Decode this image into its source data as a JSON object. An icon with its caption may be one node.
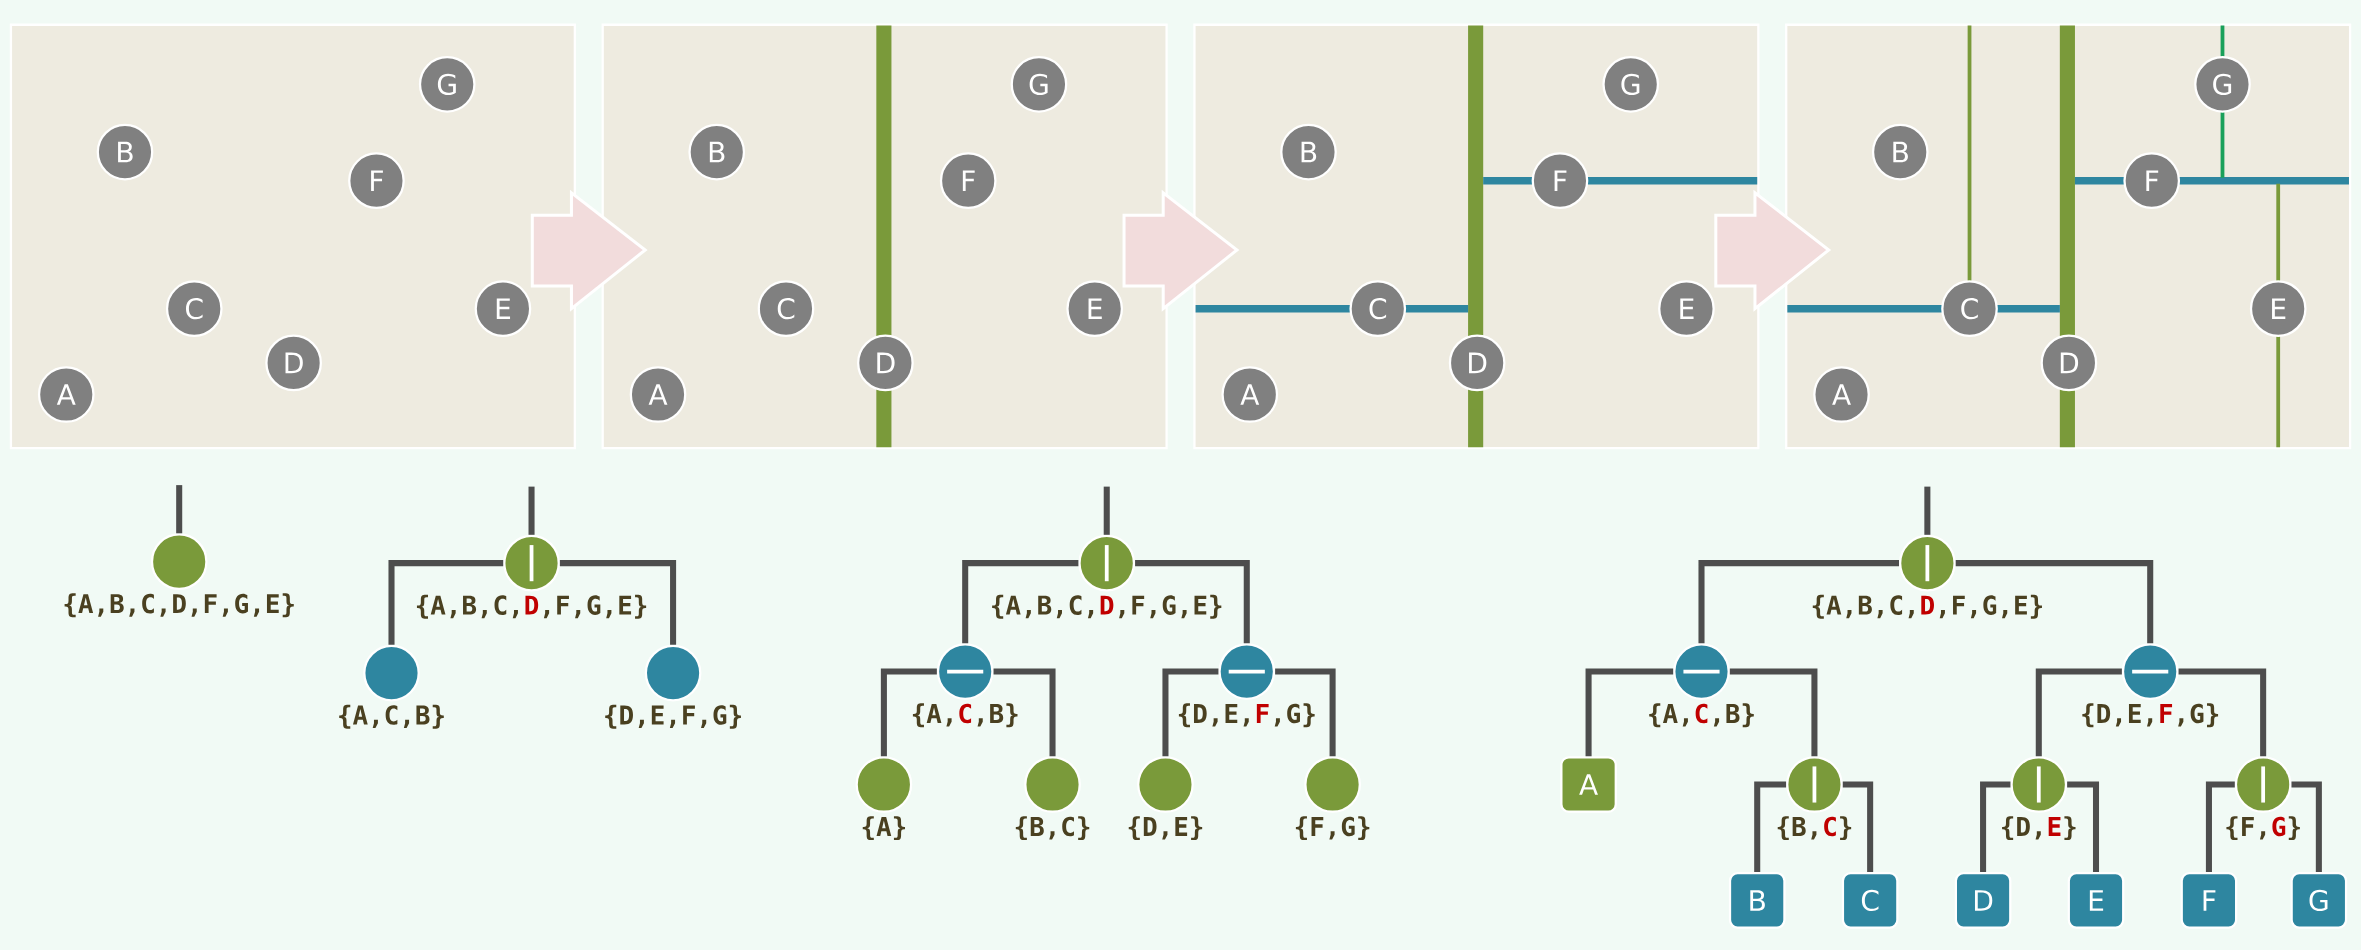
{
  "diagram": {
    "nodes": [
      {
        "text": [],
        "shape": "box"
      },
      {
        "text": [
          "G"
        ],
        "in": 0
      },
      {
        "text": [
          "B"
        ],
        "in": 0
      },
      {
        "text": [
          "F"
        ],
        "in": 0
      },
      {
        "text": [
          "C"
        ],
        "in": 0
      },
      {
        "text": [
          "E"
        ],
        "in": 0
      },
      {
        "text": [
          "D"
        ],
        "in": 0
      },
      {
        "text": [
          "A"
        ],
        "in": 0
      },
      {
        "text": [],
        "shape": "box"
      },
      {
        "text": [
          "G"
        ],
        "in": 8
      },
      {
        "text": [
          "B"
        ],
        "in": 8
      },
      {
        "text": [
          "F"
        ],
        "in": 8
      },
      {
        "text": [
          "C"
        ],
        "in": 8
      },
      {
        "text": [
          "E"
        ],
        "in": 8
      },
      {
        "text": [
          "D"
        ],
        "in": 8
      },
      {
        "text": [
          "A"
        ],
        "in": 8
      },
      {
        "text": [],
        "shape": "box"
      },
      {
        "text": [
          "G"
        ],
        "in": 16
      },
      {
        "text": [
          "B"
        ],
        "in": 16
      },
      {
        "text": [
          "F"
        ],
        "in": 16
      },
      {
        "text": [
          "C"
        ],
        "in": 16
      },
      {
        "text": [
          "E"
        ],
        "in": 16
      },
      {
        "text": [
          "D"
        ],
        "in": 16
      },
      {
        "text": [
          "A"
        ],
        "in": 16
      },
      {
        "text": [],
        "shape": "box"
      },
      {
        "text": [
          "G"
        ],
        "in": 24
      },
      {
        "text": [
          "B"
        ],
        "in": 24
      },
      {
        "text": [
          "F"
        ],
        "in": 24
      },
      {
        "text": [
          "C"
        ],
        "in": 24
      },
      {
        "text": [
          "E"
        ],
        "in": 24
      },
      {
        "text": [
          "D"
        ],
        "in": 24
      },
      {
        "text": [
          "A"
        ],
        "in": 24
      },
      {
        "text": [],
        "shape": "circle",
        "beside": [
          "{A,B,C,D,F,G,E}"
        ]
      },
      {
        "text": [],
        "shape": "circle",
        "beside": [
          "{A,B,C,**D**,F,G,E}"
        ]
      },
      {
        "text": [],
        "shape": "circle",
        "beside": [
          "{A,C,B}"
        ]
      },
      {
        "text": [],
        "shape": "circle",
        "beside": [
          "{D,E,F,G}"
        ]
      },
      {
        "text": [],
        "shape": "circle",
        "beside": [
          "{A,B,C,**D**,F,G,E}"
        ]
      },
      {
        "text": [],
        "shape": "circle",
        "beside": [
          "{A,**C**,B}"
        ]
      },
      {
        "text": [],
        "shape": "circle",
        "beside": [
          "{D,E,**F**,G}"
        ]
      },
      {
        "text": [],
        "shape": "circle",
        "beside": [
          "{A}"
        ]
      },
      {
        "text": [],
        "shape": "circle",
        "beside": [
          "{B,C}"
        ]
      },
      {
        "text": [],
        "shape": "circle",
        "beside": [
          "{D,E}"
        ]
      },
      {
        "text": [],
        "shape": "circle",
        "beside": [
          "{F,G}"
        ]
      },
      {
        "text": [],
        "shape": "circle",
        "beside": [
          "{A,B,C,**D**,F,G,E}"
        ]
      },
      {
        "text": [],
        "shape": "circle",
        "beside": [
          "{A,**C**,B}"
        ]
      },
      {
        "text": [],
        "shape": "circle",
        "beside": [
          "{D,E,**F**,G}"
        ]
      },
      {
        "text": [
          "A"
        ]
      },
      {
        "text": [],
        "shape": "circle",
        "beside": [
          "{B,**C**}"
        ]
      },
      {
        "text": [],
        "shape": "circle",
        "beside": [
          "{D,**E**}"
        ]
      },
      {
        "text": [],
        "shape": "circle",
        "beside": [
          "{F,**G**}"
        ]
      },
      {
        "text": [
          "B"
        ]
      },
      {
        "text": [
          "C"
        ]
      },
      {
        "text": [
          "D"
        ]
      },
      {
        "text": [
          "E"
        ]
      },
      {
        "text": [
          "F"
        ]
      },
      {
        "text": [
          "G"
        ]
      }
    ],
    "edges": [
      {
        "from": 0,
        "to": 8,
        "arrow": "to"
      },
      {
        "from": 8,
        "to": 16,
        "arrow": "to"
      },
      {
        "from": 16,
        "to": 24,
        "arrow": "to"
      },
      {
        "from": null,
        "to": 32,
        "arrow": "none"
      },
      {
        "from": null,
        "to": 33,
        "arrow": "none"
      },
      {
        "from": 33,
        "to": 34,
        "arrow": "none"
      },
      {
        "from": 33,
        "to": 35,
        "arrow": "none"
      },
      {
        "from": null,
        "to": 36,
        "arrow": "none"
      },
      {
        "from": 36,
        "to": 37,
        "arrow": "none"
      },
      {
        "from": 36,
        "to": 38,
        "arrow": "none"
      },
      {
        "from": 37,
        "to": 39,
        "arrow": "none"
      },
      {
        "from": 37,
        "to": 40,
        "arrow": "none"
      },
      {
        "from": 38,
        "to": 41,
        "arrow": "none"
      },
      {
        "from": 38,
        "to": 42,
        "arrow": "none"
      },
      {
        "from": null,
        "to": 43,
        "arrow": "none"
      },
      {
        "from": 43,
        "to": 44,
        "arrow": "none"
      },
      {
        "from": 43,
        "to": 45,
        "arrow": "none"
      },
      {
        "from": 44,
        "to": 46,
        "arrow": "none"
      },
      {
        "from": 44,
        "to": 47,
        "arrow": "none"
      },
      {
        "from": 45,
        "to": 48,
        "arrow": "none"
      },
      {
        "from": 45,
        "to": 49,
        "arrow": "none"
      },
      {
        "from": 47,
        "to": 50,
        "arrow": "none"
      },
      {
        "from": 47,
        "to": 51,
        "arrow": "none"
      },
      {
        "from": 48,
        "to": 52,
        "arrow": "none"
      },
      {
        "from": 48,
        "to": 53,
        "arrow": "none"
      },
      {
        "from": 49,
        "to": 54,
        "arrow": "none"
      },
      {
        "from": 49,
        "to": 55,
        "arrow": "none"
      }
    ]
  }
}
